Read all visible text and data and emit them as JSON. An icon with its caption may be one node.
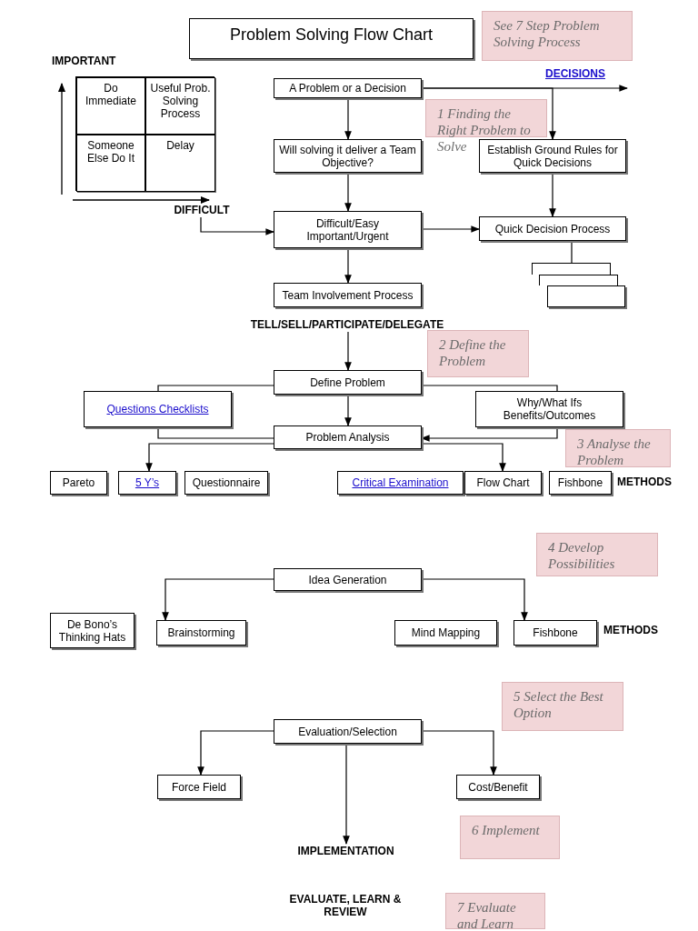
{
  "diagram": {
    "title": "Problem Solving Flow Chart",
    "nodes": [
      {
        "text": [
          "See 7 Step Problem Solving Process"
        ]
      },
      {
        "text": [],
        "shape": "box"
      },
      {
        "text": [
          "Do Immediate"
        ],
        "in": 1
      },
      {
        "text": [
          "Useful Prob. Solving Process"
        ],
        "in": 1
      },
      {
        "text": [
          "Someone Else Do It"
        ],
        "in": 1
      },
      {
        "text": [
          "Delay"
        ],
        "in": 1
      },
      {
        "text": [
          "DIFFICULT"
        ]
      },
      {
        "text": [
          "A Problem or a Decision"
        ]
      },
      {
        "text": [
          "1 Finding the Right Problem to Solve"
        ]
      },
      {
        "text": [
          "Will solving it deliver a Team Objective?"
        ]
      },
      {
        "text": [
          "Establish Ground Rules for Quick Decisions"
        ]
      },
      {
        "text": [
          "Difficult/Easy Important/Urgent"
        ]
      },
      {
        "text": [
          "Quick Decision Process"
        ]
      },
      {
        "text": [],
        "shape": "box"
      },
      {
        "text": [],
        "shape": "box"
      },
      {
        "text": [],
        "shape": "box"
      },
      {
        "text": [
          "Team Involvement Process"
        ]
      },
      {
        "text": [
          "TELL/SELL/PARTICIPATE/DELEGATE"
        ]
      },
      {
        "text": [
          "2 Define the Problem"
        ]
      },
      {
        "text": [
          "Define Problem"
        ]
      },
      {
        "text": [
          "Questions Checklists"
        ]
      },
      {
        "text": [
          "Why/What Ifs Benefits/Outcomes"
        ]
      },
      {
        "text": [
          "Problem Analysis"
        ]
      },
      {
        "text": [
          "3 Analyse the Problem"
        ]
      },
      {
        "text": [
          "Pareto"
        ]
      },
      {
        "text": [
          "5 Y’s"
        ]
      },
      {
        "text": [
          "Questionnaire"
        ]
      },
      {
        "text": [
          "Critical Examination"
        ]
      },
      {
        "text": [
          "Flow Chart"
        ]
      },
      {
        "text": [
          "Fishbone"
        ]
      },
      {
        "text": [
          "4 Develop Possibilities"
        ]
      },
      {
        "text": [
          "Idea Generation"
        ]
      },
      {
        "text": [
          "De Bono’s Thinking Hats"
        ]
      },
      {
        "text": [
          "Brainstorming"
        ]
      },
      {
        "text": [
          "Mind Mapping"
        ]
      },
      {
        "text": [
          "Fishbone"
        ]
      },
      {
        "text": [
          "5 Select the Best Option"
        ]
      },
      {
        "text": [
          "Evaluation/Selection"
        ]
      },
      {
        "text": [
          "Force Field"
        ]
      },
      {
        "text": [
          "Cost/Benefit"
        ]
      },
      {
        "text": [
          "IMPLEMENTATION"
        ]
      },
      {
        "text": [
          "6 Implement"
        ]
      },
      {
        "text": [
          "7 Evaluate and Learn"
        ]
      }
    ],
    "edges": [
      {
        "from": 7,
        "to": 9,
        "arrow": "to"
      },
      {
        "from": 7,
        "to": null,
        "arrow": "to"
      },
      {
        "from": 7,
        "to": 10,
        "arrow": "to"
      },
      {
        "from": 9,
        "to": 11,
        "arrow": "to"
      },
      {
        "from": 10,
        "to": 12,
        "arrow": "to"
      },
      {
        "from": 11,
        "to": 12,
        "arrow": "to"
      },
      {
        "from": 11,
        "to": 16,
        "arrow": "to"
      },
      {
        "from": 6,
        "to": 11,
        "arrow": "to"
      },
      {
        "from": 12,
        "to": 13,
        "arrow": "none"
      },
      {
        "from": 17,
        "to": 19,
        "arrow": "to"
      },
      {
        "from": 19,
        "to": 20,
        "arrow": "none"
      },
      {
        "from": 20,
        "to": 22,
        "arrow": "none"
      },
      {
        "from": 19,
        "to": 21,
        "arrow": "none"
      },
      {
        "from": 21,
        "to": 22,
        "arrow": "to"
      },
      {
        "from": 19,
        "to": 22,
        "arrow": "to"
      },
      {
        "from": 22,
        "to": 25,
        "arrow": "to"
      },
      {
        "from": 22,
        "to": 28,
        "arrow": "to"
      },
      {
        "from": 31,
        "to": 33,
        "arrow": "to"
      },
      {
        "from": 31,
        "to": 35,
        "arrow": "to"
      },
      {
        "from": 37,
        "to": 38,
        "arrow": "to"
      },
      {
        "from": 37,
        "to": 39,
        "arrow": "to"
      },
      {
        "from": 37,
        "to": 40,
        "arrow": "to"
      }
    ],
    "labels": [
      "IMPORTANT",
      "DECISIONS",
      "METHODS",
      "METHODS",
      "EVALUATE, LEARN & REVIEW"
    ]
  }
}
